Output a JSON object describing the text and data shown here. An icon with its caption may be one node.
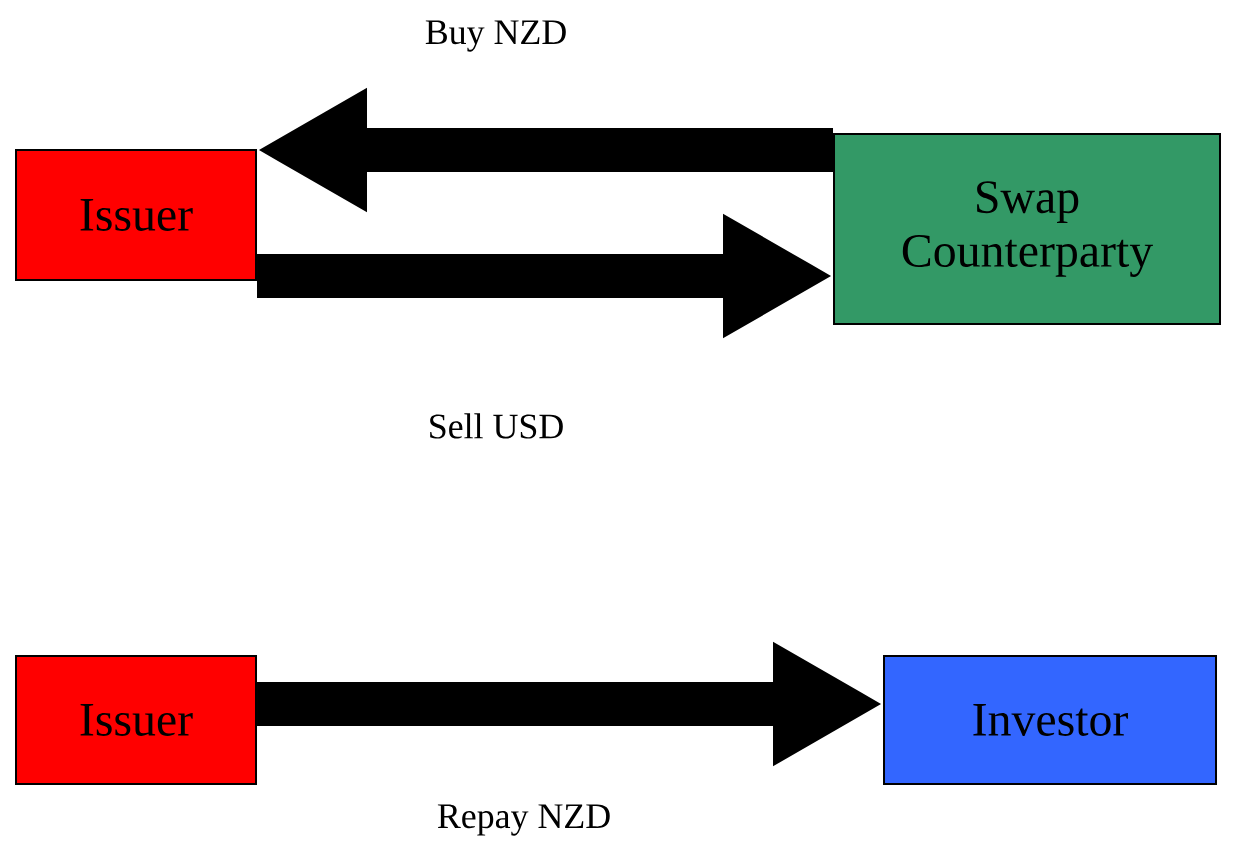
{
  "diagram": {
    "nodes": [
      {
        "text": [
          "Issuer"
        ]
      },
      {
        "text": [
          "Swap Counterparty"
        ]
      },
      {
        "text": [
          "Issuer"
        ]
      },
      {
        "text": [
          "Investor"
        ]
      }
    ],
    "edges": [
      {
        "from": 1,
        "to": 0,
        "arrow": "to",
        "label": "Buy NZD"
      },
      {
        "from": 0,
        "to": 1,
        "arrow": "to",
        "label": "Sell USD"
      },
      {
        "from": 2,
        "to": 3,
        "arrow": "to",
        "label": "Repay NZD"
      }
    ]
  }
}
